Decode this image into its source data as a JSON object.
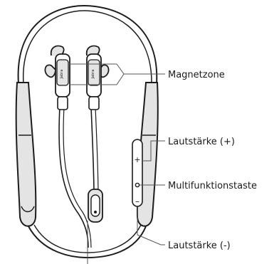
{
  "labels": {
    "magnet_zone": "Magnetzone",
    "volume_up": "Lautstärke (+)",
    "multifunction": "Multifunktionstaste",
    "volume_down": "Lautstärke (-)"
  },
  "earbud_brand": "Jabra",
  "colors": {
    "line": "#1c1c1c",
    "fill_gray": "#e4e4e4",
    "callout": "#555555"
  }
}
